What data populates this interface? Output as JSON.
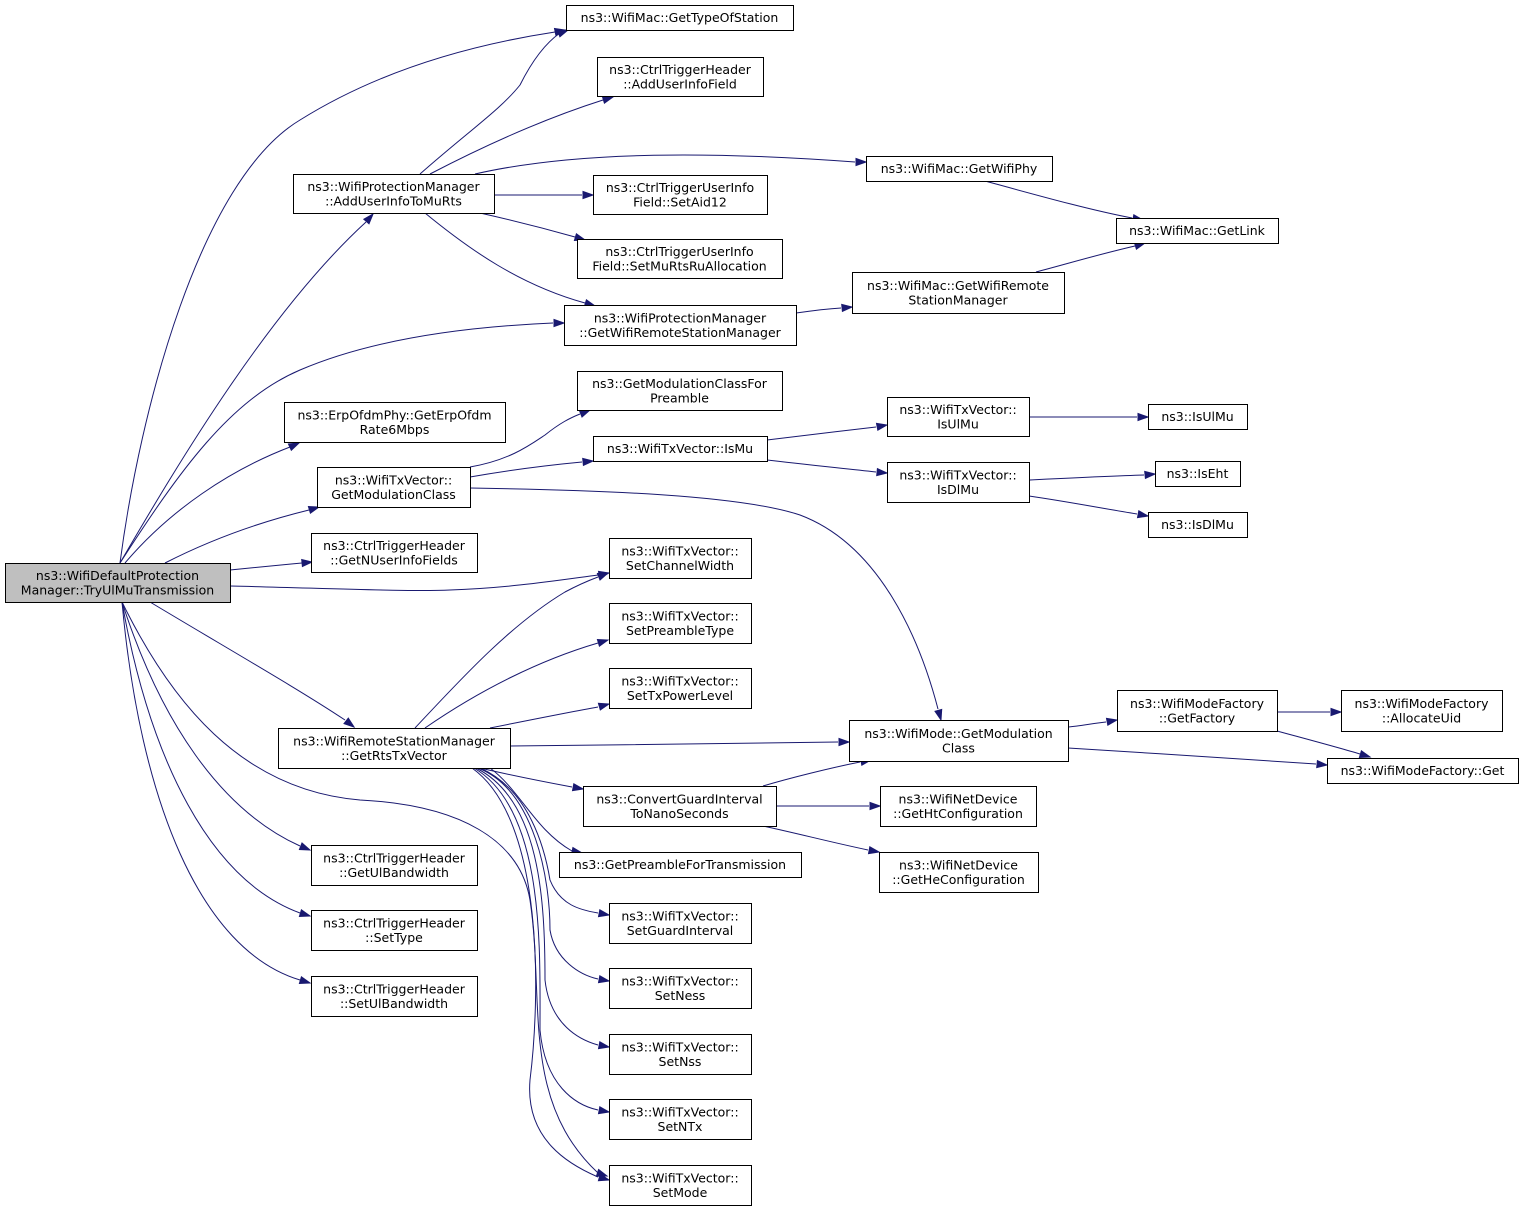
{
  "nodes": [
    {
      "id": "root",
      "lines": [
        "ns3::WifiDefaultProtection",
        "Manager::TryUlMuTransmission"
      ],
      "highlighted": true
    },
    {
      "id": "getTypeOfStation",
      "lines": [
        "ns3::WifiMac::GetTypeOfStation"
      ]
    },
    {
      "id": "addUserInfoField",
      "lines": [
        "ns3::CtrlTriggerHeader",
        "::AddUserInfoField"
      ]
    },
    {
      "id": "addUserInfoToMuRts",
      "lines": [
        "ns3::WifiProtectionManager",
        "::AddUserInfoToMuRts"
      ]
    },
    {
      "id": "getWifiPhy",
      "lines": [
        "ns3::WifiMac::GetWifiPhy"
      ]
    },
    {
      "id": "setAid12",
      "lines": [
        "ns3::CtrlTriggerUserInfo",
        "Field::SetAid12"
      ]
    },
    {
      "id": "getLink",
      "lines": [
        "ns3::WifiMac::GetLink"
      ]
    },
    {
      "id": "setMuRtsRuAllocation",
      "lines": [
        "ns3::CtrlTriggerUserInfo",
        "Field::SetMuRtsRuAllocation"
      ]
    },
    {
      "id": "macGetWifiRemoteStationManager",
      "lines": [
        "ns3::WifiMac::GetWifiRemote",
        "StationManager"
      ]
    },
    {
      "id": "pmGetWifiRemoteStationManager",
      "lines": [
        "ns3::WifiProtectionManager",
        "::GetWifiRemoteStationManager"
      ]
    },
    {
      "id": "getModulationClassForPreamble",
      "lines": [
        "ns3::GetModulationClassFor",
        "Preamble"
      ]
    },
    {
      "id": "getErpOfdmRate6Mbps",
      "lines": [
        "ns3::ErpOfdmPhy::GetErpOfdm",
        "Rate6Mbps"
      ]
    },
    {
      "id": "isUlMuVec",
      "lines": [
        "ns3::WifiTxVector::",
        "IsUlMu"
      ]
    },
    {
      "id": "isUlMu",
      "lines": [
        "ns3::IsUlMu"
      ]
    },
    {
      "id": "isMu",
      "lines": [
        "ns3::WifiTxVector::IsMu"
      ]
    },
    {
      "id": "txGetModulationClass",
      "lines": [
        "ns3::WifiTxVector::",
        "GetModulationClass"
      ]
    },
    {
      "id": "isDlMuVec",
      "lines": [
        "ns3::WifiTxVector::",
        "IsDlMu"
      ]
    },
    {
      "id": "isEht",
      "lines": [
        "ns3::IsEht"
      ]
    },
    {
      "id": "isDlMu",
      "lines": [
        "ns3::IsDlMu"
      ]
    },
    {
      "id": "getNUserInfoFields",
      "lines": [
        "ns3::CtrlTriggerHeader",
        "::GetNUserInfoFields"
      ]
    },
    {
      "id": "setChannelWidth",
      "lines": [
        "ns3::WifiTxVector::",
        "SetChannelWidth"
      ]
    },
    {
      "id": "setPreambleType",
      "lines": [
        "ns3::WifiTxVector::",
        "SetPreambleType"
      ]
    },
    {
      "id": "setTxPowerLevel",
      "lines": [
        "ns3::WifiTxVector::",
        "SetTxPowerLevel"
      ]
    },
    {
      "id": "getFactory",
      "lines": [
        "ns3::WifiModeFactory",
        "::GetFactory"
      ]
    },
    {
      "id": "allocateUid",
      "lines": [
        "ns3::WifiModeFactory",
        "::AllocateUid"
      ]
    },
    {
      "id": "getRtsTxVector",
      "lines": [
        "ns3::WifiRemoteStationManager",
        "::GetRtsTxVector"
      ]
    },
    {
      "id": "modeGetModulationClass",
      "lines": [
        "ns3::WifiMode::GetModulation",
        "Class"
      ]
    },
    {
      "id": "factoryGet",
      "lines": [
        "ns3::WifiModeFactory::Get"
      ]
    },
    {
      "id": "convertGuardInterval",
      "lines": [
        "ns3::ConvertGuardInterval",
        "ToNanoSeconds"
      ]
    },
    {
      "id": "getHtConfiguration",
      "lines": [
        "ns3::WifiNetDevice",
        "::GetHtConfiguration"
      ]
    },
    {
      "id": "getUlBandwidth",
      "lines": [
        "ns3::CtrlTriggerHeader",
        "::GetUlBandwidth"
      ]
    },
    {
      "id": "getPreambleForTransmission",
      "lines": [
        "ns3::GetPreambleForTransmission"
      ]
    },
    {
      "id": "getHeConfiguration",
      "lines": [
        "ns3::WifiNetDevice",
        "::GetHeConfiguration"
      ]
    },
    {
      "id": "setGuardInterval",
      "lines": [
        "ns3::WifiTxVector::",
        "SetGuardInterval"
      ]
    },
    {
      "id": "setType",
      "lines": [
        "ns3::CtrlTriggerHeader",
        "::SetType"
      ]
    },
    {
      "id": "setNess",
      "lines": [
        "ns3::WifiTxVector::",
        "SetNess"
      ]
    },
    {
      "id": "setUlBandwidth",
      "lines": [
        "ns3::CtrlTriggerHeader",
        "::SetUlBandwidth"
      ]
    },
    {
      "id": "setNss",
      "lines": [
        "ns3::WifiTxVector::",
        "SetNss"
      ]
    },
    {
      "id": "setNTx",
      "lines": [
        "ns3::WifiTxVector::",
        "SetNTx"
      ]
    },
    {
      "id": "setMode",
      "lines": [
        "ns3::WifiTxVector::",
        "SetMode"
      ]
    }
  ],
  "edges": [
    {
      "from": "root",
      "to": "getTypeOfStation"
    },
    {
      "from": "root",
      "to": "addUserInfoToMuRts"
    },
    {
      "from": "root",
      "to": "pmGetWifiRemoteStationManager"
    },
    {
      "from": "root",
      "to": "getErpOfdmRate6Mbps"
    },
    {
      "from": "root",
      "to": "txGetModulationClass"
    },
    {
      "from": "root",
      "to": "getNUserInfoFields"
    },
    {
      "from": "root",
      "to": "setChannelWidth"
    },
    {
      "from": "root",
      "to": "getRtsTxVector"
    },
    {
      "from": "root",
      "to": "getUlBandwidth"
    },
    {
      "from": "root",
      "to": "setType"
    },
    {
      "from": "root",
      "to": "setUlBandwidth"
    },
    {
      "from": "root",
      "to": "setMode"
    },
    {
      "from": "addUserInfoToMuRts",
      "to": "getTypeOfStation"
    },
    {
      "from": "addUserInfoToMuRts",
      "to": "addUserInfoField"
    },
    {
      "from": "addUserInfoToMuRts",
      "to": "getWifiPhy"
    },
    {
      "from": "addUserInfoToMuRts",
      "to": "setAid12"
    },
    {
      "from": "addUserInfoToMuRts",
      "to": "setMuRtsRuAllocation"
    },
    {
      "from": "addUserInfoToMuRts",
      "to": "pmGetWifiRemoteStationManager"
    },
    {
      "from": "getWifiPhy",
      "to": "getLink"
    },
    {
      "from": "macGetWifiRemoteStationManager",
      "to": "getLink"
    },
    {
      "from": "pmGetWifiRemoteStationManager",
      "to": "macGetWifiRemoteStationManager"
    },
    {
      "from": "txGetModulationClass",
      "to": "getModulationClassForPreamble"
    },
    {
      "from": "txGetModulationClass",
      "to": "isMu"
    },
    {
      "from": "txGetModulationClass",
      "to": "modeGetModulationClass"
    },
    {
      "from": "isMu",
      "to": "isUlMuVec"
    },
    {
      "from": "isMu",
      "to": "isDlMuVec"
    },
    {
      "from": "isUlMuVec",
      "to": "isUlMu"
    },
    {
      "from": "isDlMuVec",
      "to": "isEht"
    },
    {
      "from": "isDlMuVec",
      "to": "isDlMu"
    },
    {
      "from": "getRtsTxVector",
      "to": "setChannelWidth"
    },
    {
      "from": "getRtsTxVector",
      "to": "setPreambleType"
    },
    {
      "from": "getRtsTxVector",
      "to": "setTxPowerLevel"
    },
    {
      "from": "getRtsTxVector",
      "to": "modeGetModulationClass"
    },
    {
      "from": "getRtsTxVector",
      "to": "convertGuardInterval"
    },
    {
      "from": "getRtsTxVector",
      "to": "getPreambleForTransmission"
    },
    {
      "from": "getRtsTxVector",
      "to": "setGuardInterval"
    },
    {
      "from": "getRtsTxVector",
      "to": "setNess"
    },
    {
      "from": "getRtsTxVector",
      "to": "setNss"
    },
    {
      "from": "getRtsTxVector",
      "to": "setNTx"
    },
    {
      "from": "getRtsTxVector",
      "to": "setMode"
    },
    {
      "from": "modeGetModulationClass",
      "to": "getFactory"
    },
    {
      "from": "modeGetModulationClass",
      "to": "factoryGet"
    },
    {
      "from": "getFactory",
      "to": "allocateUid"
    },
    {
      "from": "getFactory",
      "to": "factoryGet"
    },
    {
      "from": "convertGuardInterval",
      "to": "modeGetModulationClass"
    },
    {
      "from": "convertGuardInterval",
      "to": "getHtConfiguration"
    },
    {
      "from": "convertGuardInterval",
      "to": "getHeConfiguration"
    }
  ]
}
